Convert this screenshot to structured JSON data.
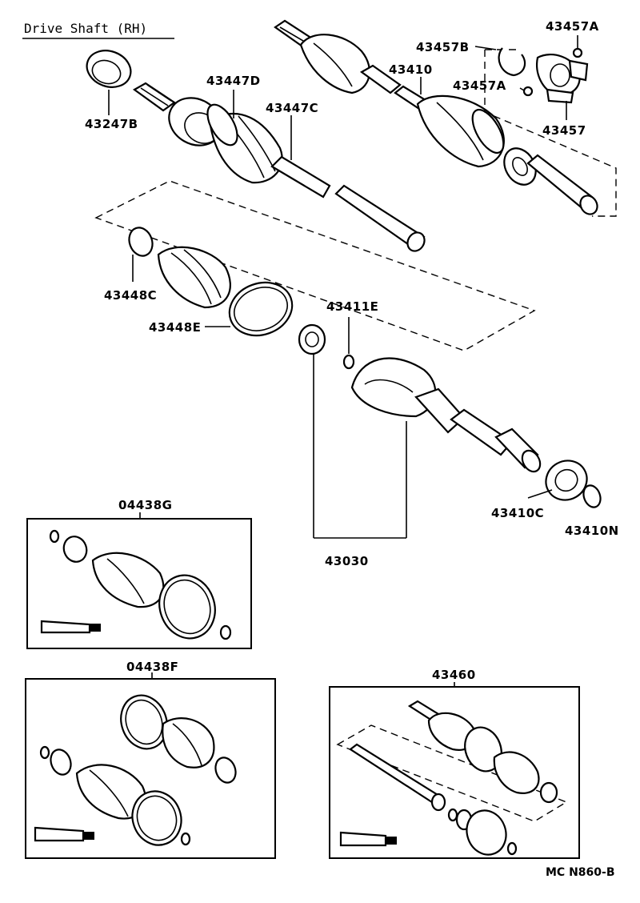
{
  "title": "Drive Shaft (RH)",
  "labels": {
    "p43247B": "43247B",
    "p43447D": "43447D",
    "p43447C": "43447C",
    "p43410": "43410",
    "p43457B": "43457B",
    "p43457A_top": "43457A",
    "p43457A_mid": "43457A",
    "p43457": "43457",
    "p43448C": "43448C",
    "p43448E": "43448E",
    "p43411E": "43411E",
    "p43410C": "43410C",
    "p43410N": "43410N",
    "p43030": "43030",
    "p04438G": "04438G",
    "p04438F": "04438F",
    "p43460": "43460"
  },
  "figure_code": "MC N860-B"
}
